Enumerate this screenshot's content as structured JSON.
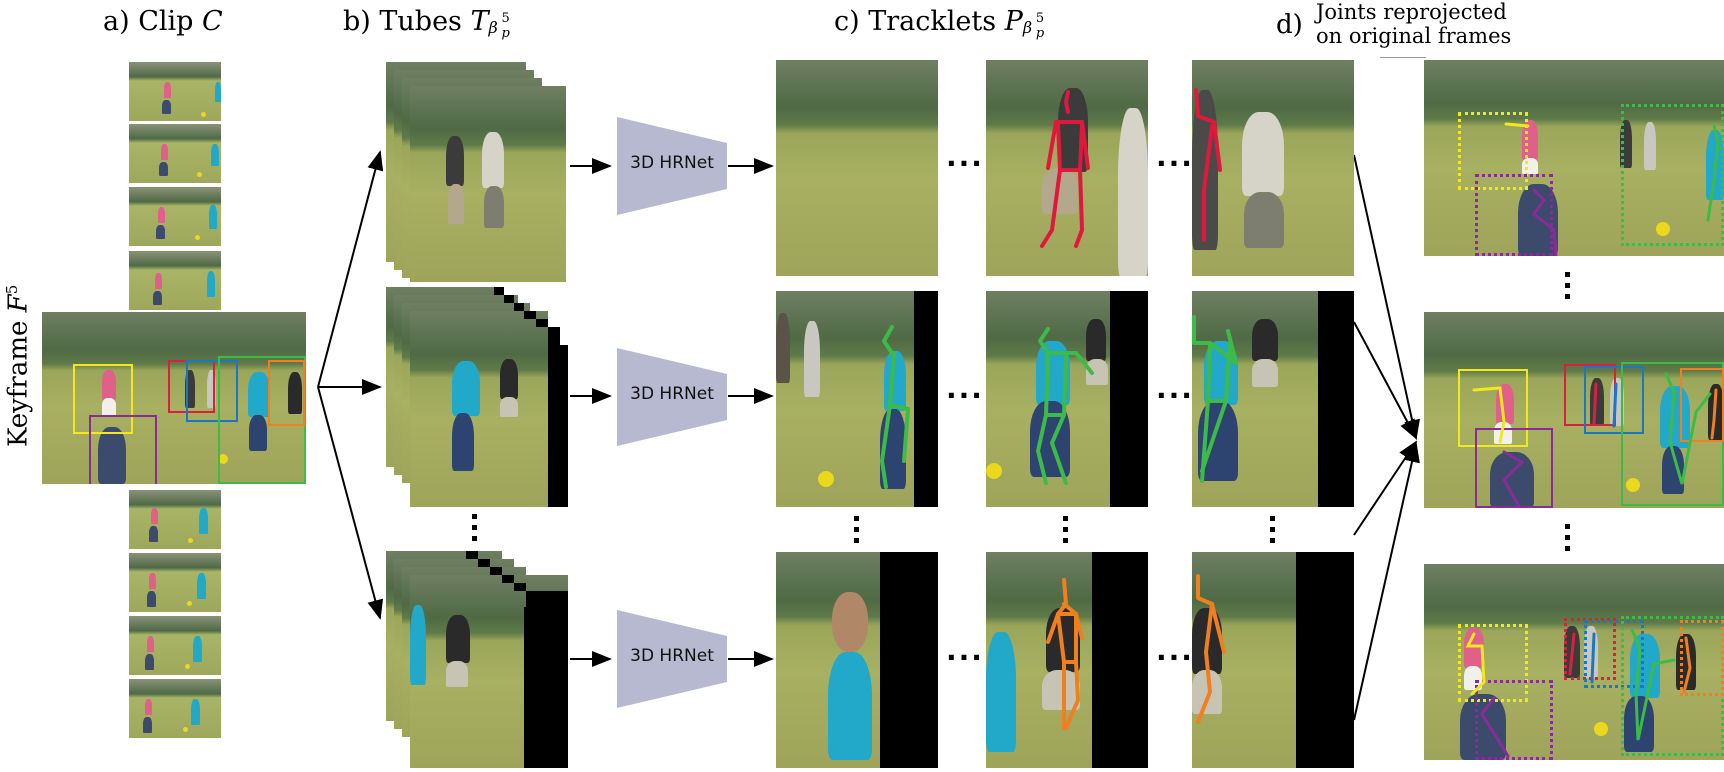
{
  "figure": {
    "panels": {
      "a": {
        "label": "a) Clip ",
        "math": "C"
      },
      "b": {
        "label": "b) Tubes ",
        "math": "T",
        "sub": "β",
        "subsup": "5",
        "subsub": "p"
      },
      "c": {
        "label": "c) Tracklets ",
        "math": "P",
        "sub": "β",
        "subsup": "5",
        "subsub": "p"
      },
      "d": {
        "label_prefix": "d)",
        "line1": "Joints reprojected",
        "line2": "on original frames"
      }
    },
    "keyframe_label": {
      "text": "Keyframe ",
      "math": "F",
      "sup": "5"
    },
    "network": {
      "label": "3D HRNet",
      "color": "#b6b9cf"
    },
    "ellipsis_h": "···",
    "rows": [
      {
        "id": "row-1",
        "person_color": "#e0183c",
        "person": "man-dark-shirt"
      },
      {
        "id": "row-2",
        "person_color": "#3dbb48",
        "person": "woman-cyan-shirt"
      },
      {
        "id": "row-3",
        "person_color": "#f07f1f",
        "person": "man-black-tshirt"
      }
    ],
    "box_colors": {
      "yellow": "#f2e81e",
      "purple": "#8a2c98",
      "red": "#d9203f",
      "blue": "#1a78c2",
      "green": "#3dbb48",
      "orange": "#f07f1f"
    },
    "clip_frame_count_above": 4,
    "clip_frame_count_below": 4
  }
}
